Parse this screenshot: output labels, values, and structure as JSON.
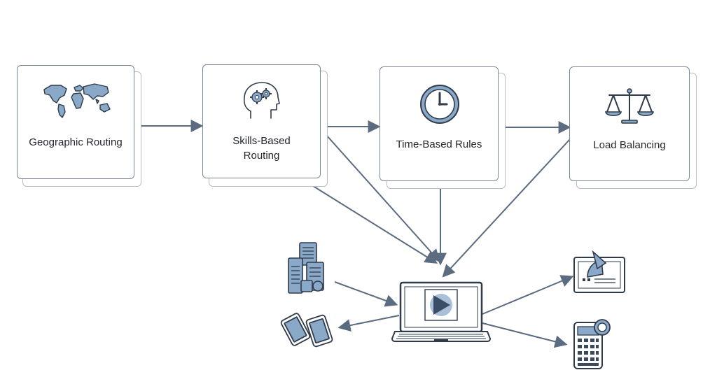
{
  "nodes": [
    {
      "id": "geo",
      "label": "Geographic Routing",
      "icon": "world-map-icon"
    },
    {
      "id": "skills",
      "label": "Skills-Based\nRouting",
      "icon": "brain-gears-icon"
    },
    {
      "id": "time",
      "label": "Time-Based Rules",
      "icon": "clock-icon"
    },
    {
      "id": "load",
      "label": "Load Balancing",
      "icon": "balance-scale-icon"
    }
  ],
  "devices": [
    {
      "id": "documents",
      "icon": "documents-icon"
    },
    {
      "id": "phones",
      "icon": "mobile-devices-icon"
    },
    {
      "id": "laptop",
      "icon": "laptop-play-icon"
    },
    {
      "id": "dashboard",
      "icon": "monitor-dashboard-icon"
    },
    {
      "id": "calculator",
      "icon": "calculator-icon"
    }
  ],
  "colors": {
    "arrow": "#5b6b80",
    "icon_fill": "#8aa9c8",
    "icon_stroke": "#2f3b4a",
    "card_border": "#7a8594"
  }
}
